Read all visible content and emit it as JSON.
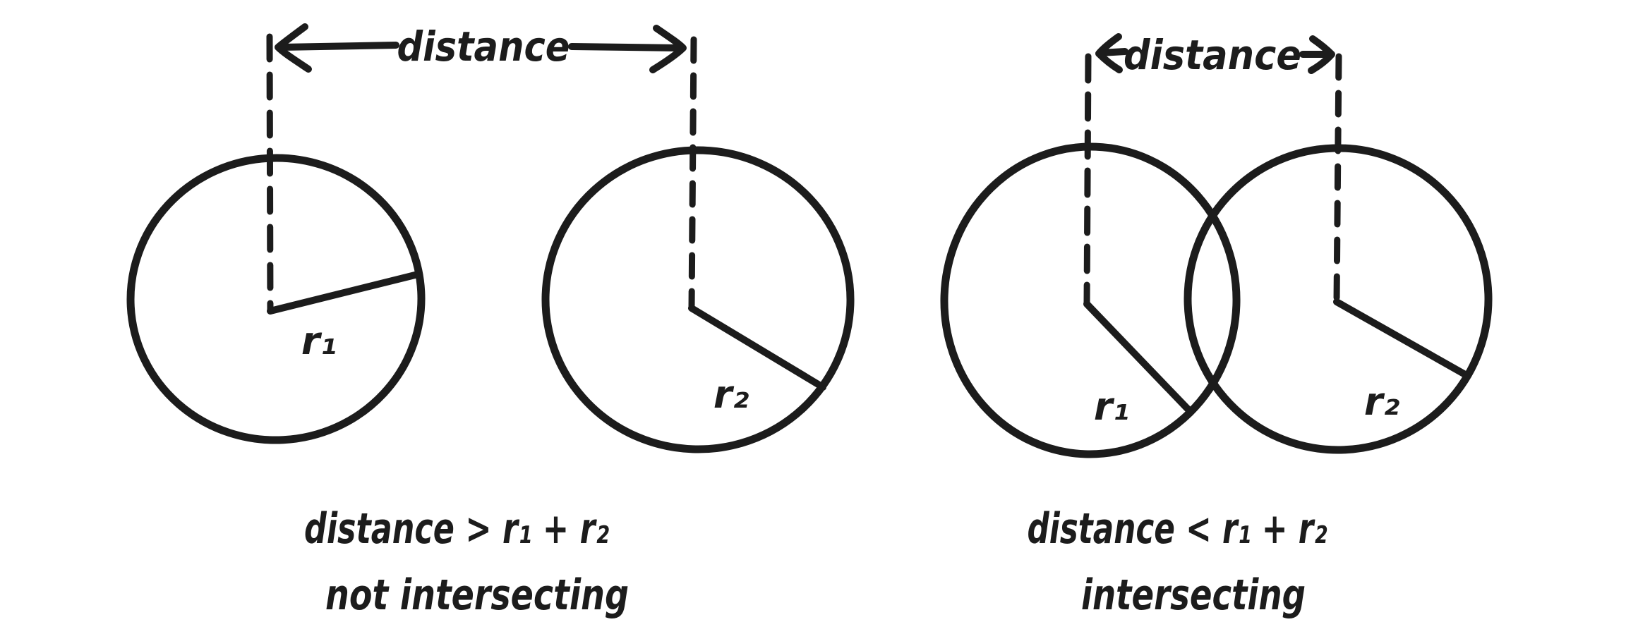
{
  "figure": {
    "background_color": "#ffffff",
    "ink_color": "#1c1c1c",
    "description_left": "two separate circles",
    "description_right": "two overlapping circles"
  },
  "left_diagram": {
    "distance_label": "distance",
    "circle1_radius_label": "r₁",
    "circle2_radius_label": "r₂",
    "caption_condition": "distance > r₁ + r₂",
    "caption_result": "not intersecting"
  },
  "right_diagram": {
    "distance_label": "distance",
    "circle1_radius_label": "r₁",
    "circle2_radius_label": "r₂",
    "caption_condition": "distance < r₁ + r₂",
    "caption_result": "intersecting"
  }
}
